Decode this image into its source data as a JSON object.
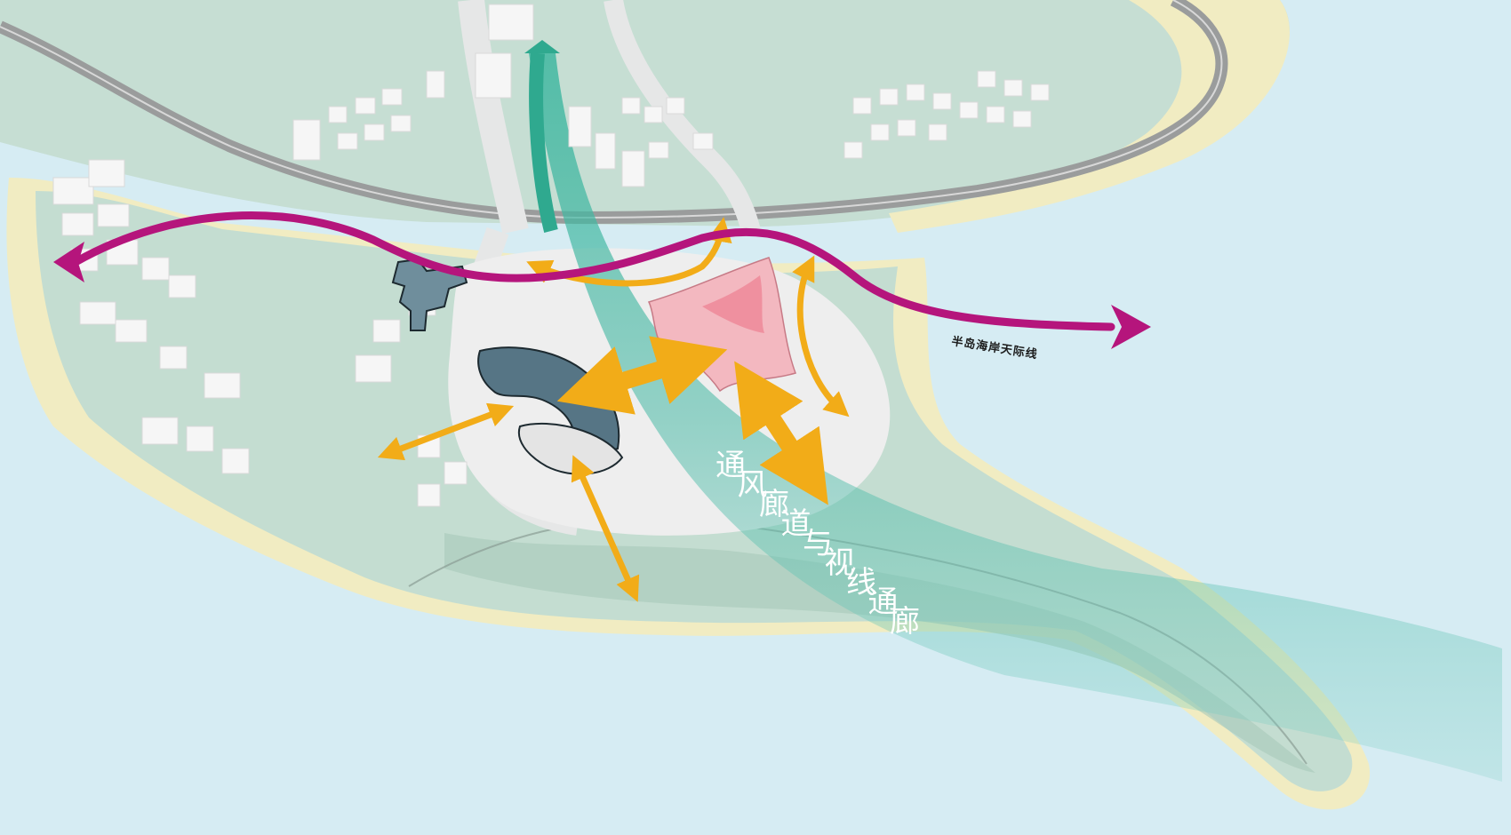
{
  "labels": {
    "skyline": "半岛海岸天际线",
    "corridor_chars": [
      "通",
      "风",
      "廊",
      "道",
      "与",
      "视",
      "线",
      "通",
      "廊"
    ]
  },
  "colors": {
    "sea": "#d6ecf3",
    "land": "#c4ddd1",
    "land_dark": "#a9c9b9",
    "beach": "#f1ecc2",
    "road": "#9a9c9c",
    "skyline_arrow": "#b5157c",
    "corridor": "#3fb7a0",
    "relation_arrows": "#f2ac18",
    "building_dark": "#4d6e80",
    "building_pink": "#f3b8c0"
  }
}
